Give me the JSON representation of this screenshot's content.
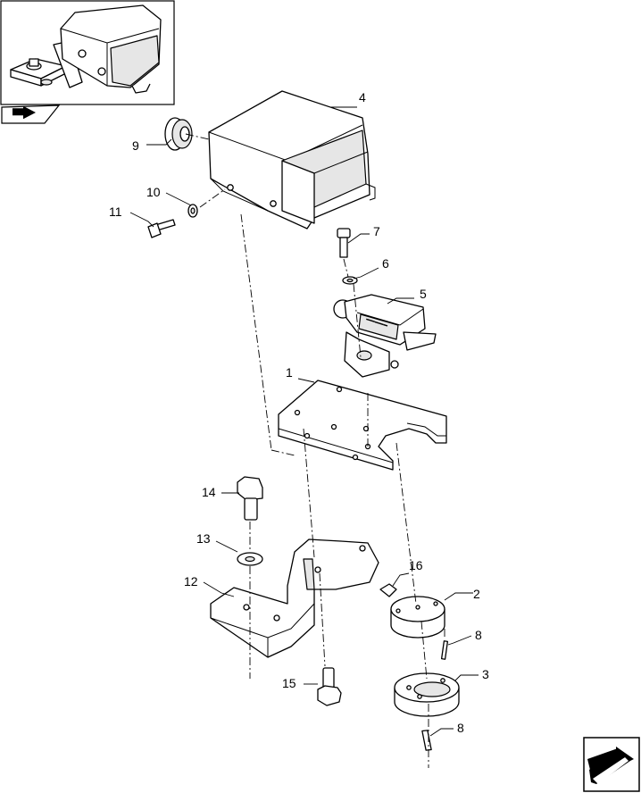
{
  "callouts": {
    "c1": "1",
    "c2": "2",
    "c3": "3",
    "c4": "4",
    "c5": "5",
    "c6": "6",
    "c7": "7",
    "c8a": "8",
    "c8b": "8",
    "c9": "9",
    "c10": "10",
    "c11": "11",
    "c12": "12",
    "c13": "13",
    "c14": "14",
    "c15": "15",
    "c16": "16"
  },
  "icons": {
    "overview_nav": "arrow-back-icon",
    "next_page": "arrow-next-icon"
  }
}
